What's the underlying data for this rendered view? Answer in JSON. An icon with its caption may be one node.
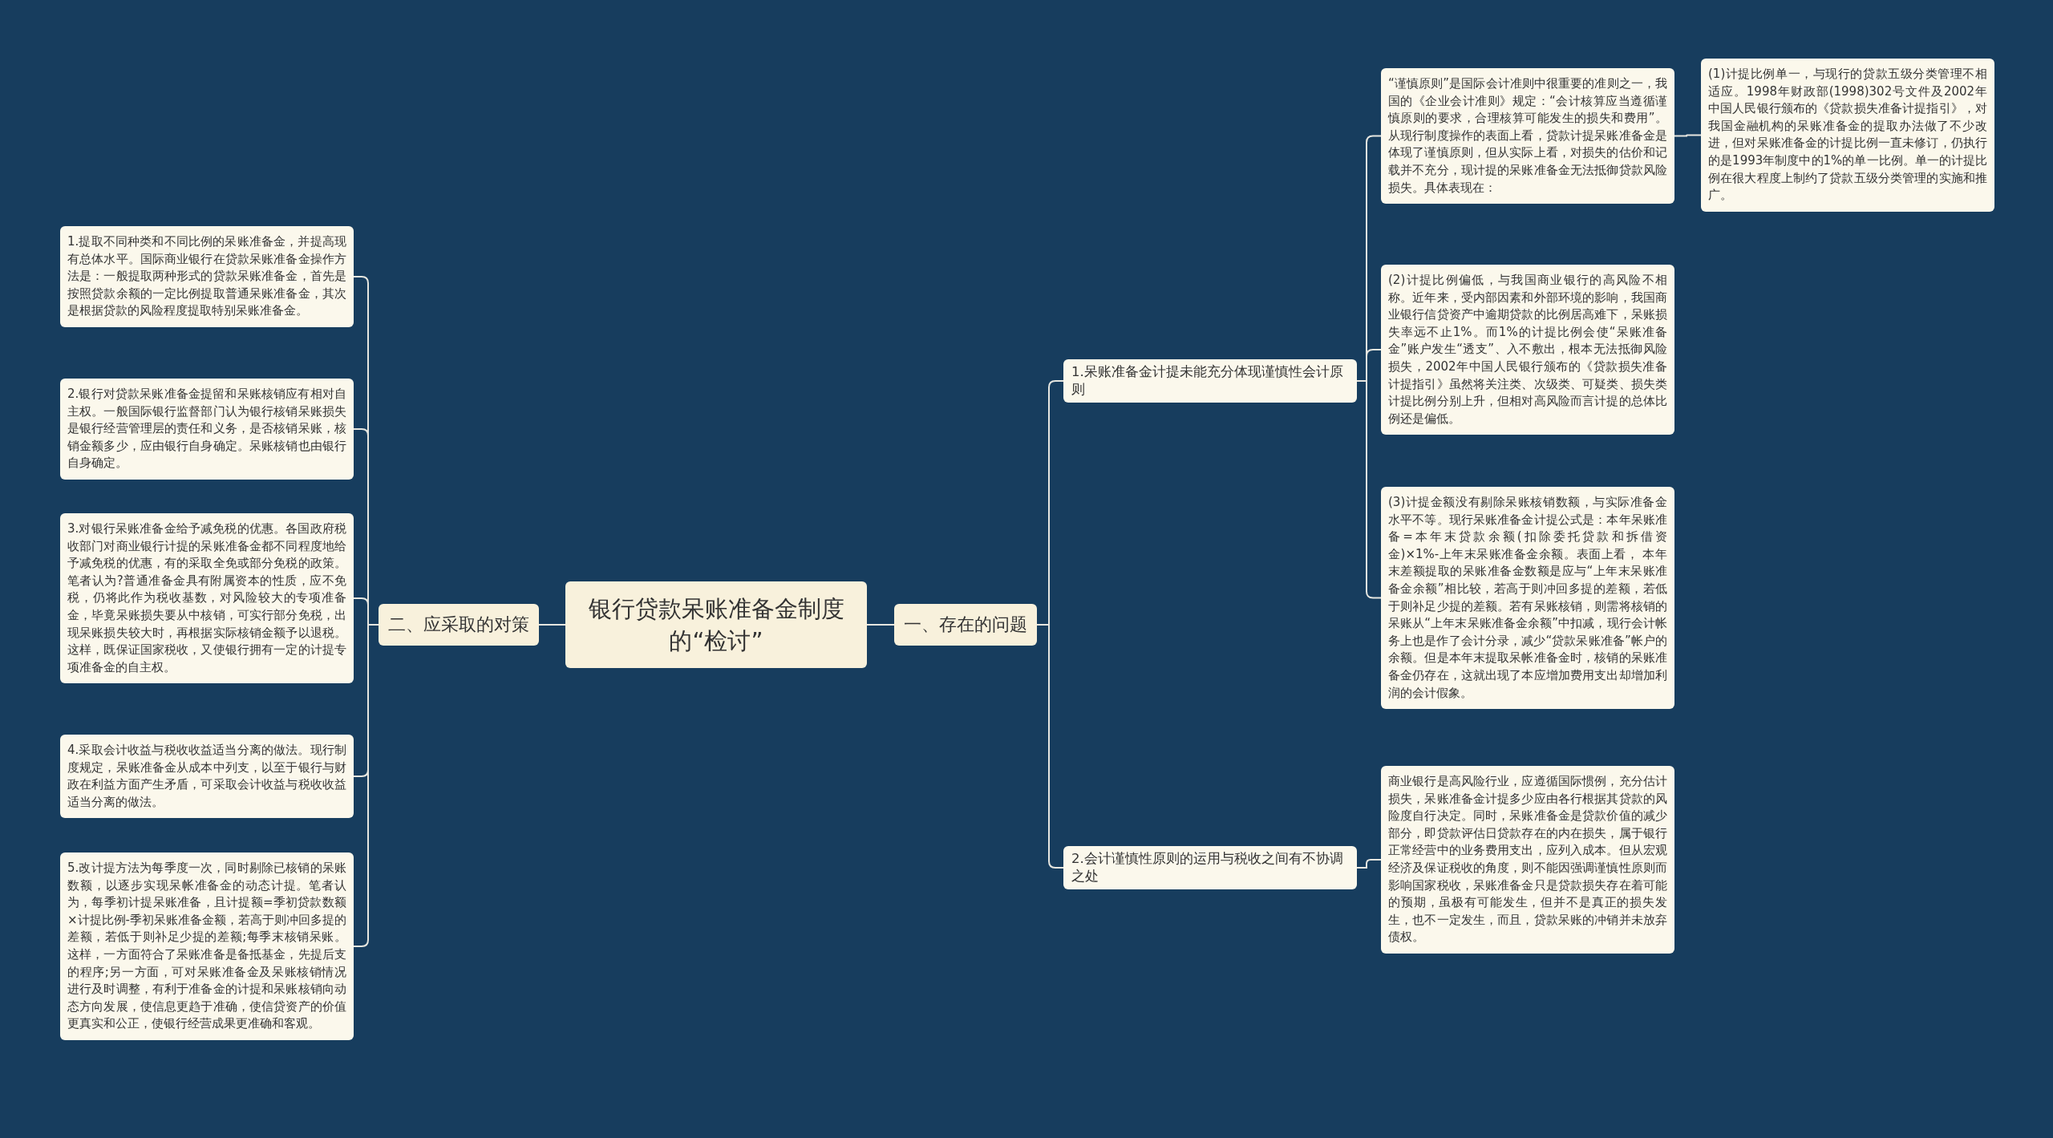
{
  "diagram": {
    "nodes": [
      {
        "text": [
          "银行贷款呆账准备金制度的“检讨”"
        ]
      },
      {
        "text": [
          "一、存在的问题"
        ]
      },
      {
        "text": [
          "1.呆账准备金计提未能充分体现谨慎性会计原则"
        ]
      },
      {
        "text": [
          "“谨慎原则”是国际会计准则中很重要的准则之一，我国的《企业会计准则》规定：“会计核算应当遵循谨慎原则的要求，合理核算可能发生的损失和费用”。从现行制度操作的表面上看，贷款计提呆账准备金是体现了谨慎原则，但从实际上看，对损失的估价和记载并不充分，现计提的呆账准备金无法抵御贷款风险损失。具体表现在："
        ]
      },
      {
        "text": [
          "(1)计提比例单一，与现行的贷款五级分类管理不相适应。1998年财政部(1998)302号文件及2002年中国人民银行颁布的《贷款损失准备计提指引》，对我国金融机构的呆账准备金的提取办法做了不少改进，但对呆账准备金的计提比例一直未修订，仍执行的是1993年制度中的1%的单一比例。单一的计提比例在很大程度上制约了贷款五级分类管理的实施和推广。"
        ]
      },
      {
        "text": [
          "(2)计提比例偏低，与我国商业银行的高风险不相称。近年来，受内部因素和外部环境的影响，我国商业银行信贷资产中逾期贷款的比例居高难下，呆账损失率远不止1%。而1%的计提比例会使“呆账准备金”账户发生“透支”、入不敷出，根本无法抵御风险损失，2002年中国人民银行颁布的《贷款损失准备计提指引》虽然将关注类、次级类、可疑类、损失类计提比例分别上升，但相对高风险而言计提的总体比例还是偏低。"
        ]
      },
      {
        "text": [
          "(3)计提金额没有剔除呆账核销数额，与实际准备金水平不等。现行呆账准备金计提公式是：本年呆账准备=本年末贷款余额(扣除委托贷款和拆借资金)×1%-上年末呆账准备金余额。表面上看， 本年末差额提取的呆账准备金数额是应与“上年末呆账准备金余额”相比较，若高于则冲回多提的差额，若低于则补足少提的差额。若有呆账核销，则需将核销的呆账从“上年末呆账准备金余额”中扣减，现行会计帐务上也是作了会计分录，减少“贷款呆账准备”帐户的余额。但是本年末提取呆帐准备金时，核销的呆账准备金仍存在，这就出现了本应增加费用支出却增加利润的会计假象。"
        ]
      },
      {
        "text": [
          "2.会计谨慎性原则的运用与税收之间有不协调之处"
        ]
      },
      {
        "text": [
          "商业银行是高风险行业，应遵循国际惯例，充分估计损失，呆账准备金计提多少应由各行根据其贷款的风险度自行决定。同时，呆账准备金是贷款价值的减少部分，即贷款评估日贷款存在的内在损失，属于银行正常经营中的业务费用支出，应列入成本。但从宏观经济及保证税收的角度，则不能因强调谨慎性原则而影响国家税收，呆账准备金只是贷款损失存在着可能的预期，虽极有可能发生，但并不是真正的损失发生，也不一定发生，而且，贷款呆账的冲销并未放弃债权。"
        ]
      },
      {
        "text": [
          "二、应采取的对策"
        ]
      },
      {
        "text": [
          "1.提取不同种类和不同比例的呆账准备金，并提高现有总体水平。国际商业银行在贷款呆账准备金操作方法是：一般提取两种形式的贷款呆账准备金，首先是按照贷款余额的一定比例提取普通呆账准备金，其次是根据贷款的风险程度提取特别呆账准备金。"
        ]
      },
      {
        "text": [
          "2.银行对贷款呆账准备金提留和呆账核销应有相对自主权。一般国际银行监督部门认为银行核销呆账损失是银行经营管理层的责任和义务，是否核销呆账，核销金额多少，应由银行自身确定。呆账核销也由银行自身确定。"
        ]
      },
      {
        "text": [
          "3.对银行呆账准备金给予减免税的优惠。各国政府税收部门对商业银行计提的呆账准备金都不同程度地给予减免税的优惠，有的采取全免或部分免税的政策。笔者认为?普通准备金具有附属资本的性质，应不免税，仍将此作为税收基数，对风险较大的专项准备金，毕竟呆账损失要从中核销，可实行部分免税，出现呆账损失较大时，再根据实际核销金额予以退税。这样，既保证国家税收，又使银行拥有一定的计提专项准备金的自主权。"
        ]
      },
      {
        "text": [
          "4.采取会计收益与税收收益适当分离的做法。现行制度规定，呆账准备金从成本中列支，以至于银行与财政在利益方面产生矛盾，可采取会计收益与税收收益适当分离的做法。"
        ]
      },
      {
        "text": [
          "5.改计提方法为每季度一次，同时剔除已核销的呆账数额，以逐步实现呆帐准备金的动态计提。笔者认为，每季初计提呆账准备，且计提额=季初贷款数额×计提比例-季初呆账准备金额，若高于则冲回多提的差额，若低于则补足少提的差额;每季末核销呆账。这样，一方面符合了呆账准备是备抵基金，先提后支的程序;另一方面，可对呆账准备金及呆账核销情况进行及时调整，有利于准备金的计提和呆账核销向动态方向发展，使信息更趋于准确，使信贷资产的价值更真实和公正，使银行经营成果更准确和客观。"
        ]
      }
    ],
    "edges": [
      {
        "from": 0,
        "to": 1,
        "arrow": "none"
      },
      {
        "from": 1,
        "to": 2,
        "arrow": "none"
      },
      {
        "from": 2,
        "to": 3,
        "arrow": "none"
      },
      {
        "from": 3,
        "to": 4,
        "arrow": "none"
      },
      {
        "from": 2,
        "to": 5,
        "arrow": "none"
      },
      {
        "from": 2,
        "to": 6,
        "arrow": "none"
      },
      {
        "from": 1,
        "to": 7,
        "arrow": "none"
      },
      {
        "from": 7,
        "to": 8,
        "arrow": "none"
      },
      {
        "from": 0,
        "to": 9,
        "arrow": "none"
      },
      {
        "from": 9,
        "to": 10,
        "arrow": "none"
      },
      {
        "from": 9,
        "to": 11,
        "arrow": "none"
      },
      {
        "from": 9,
        "to": 12,
        "arrow": "none"
      },
      {
        "from": 9,
        "to": 13,
        "arrow": "none"
      },
      {
        "from": 9,
        "to": 14,
        "arrow": "none"
      }
    ]
  }
}
